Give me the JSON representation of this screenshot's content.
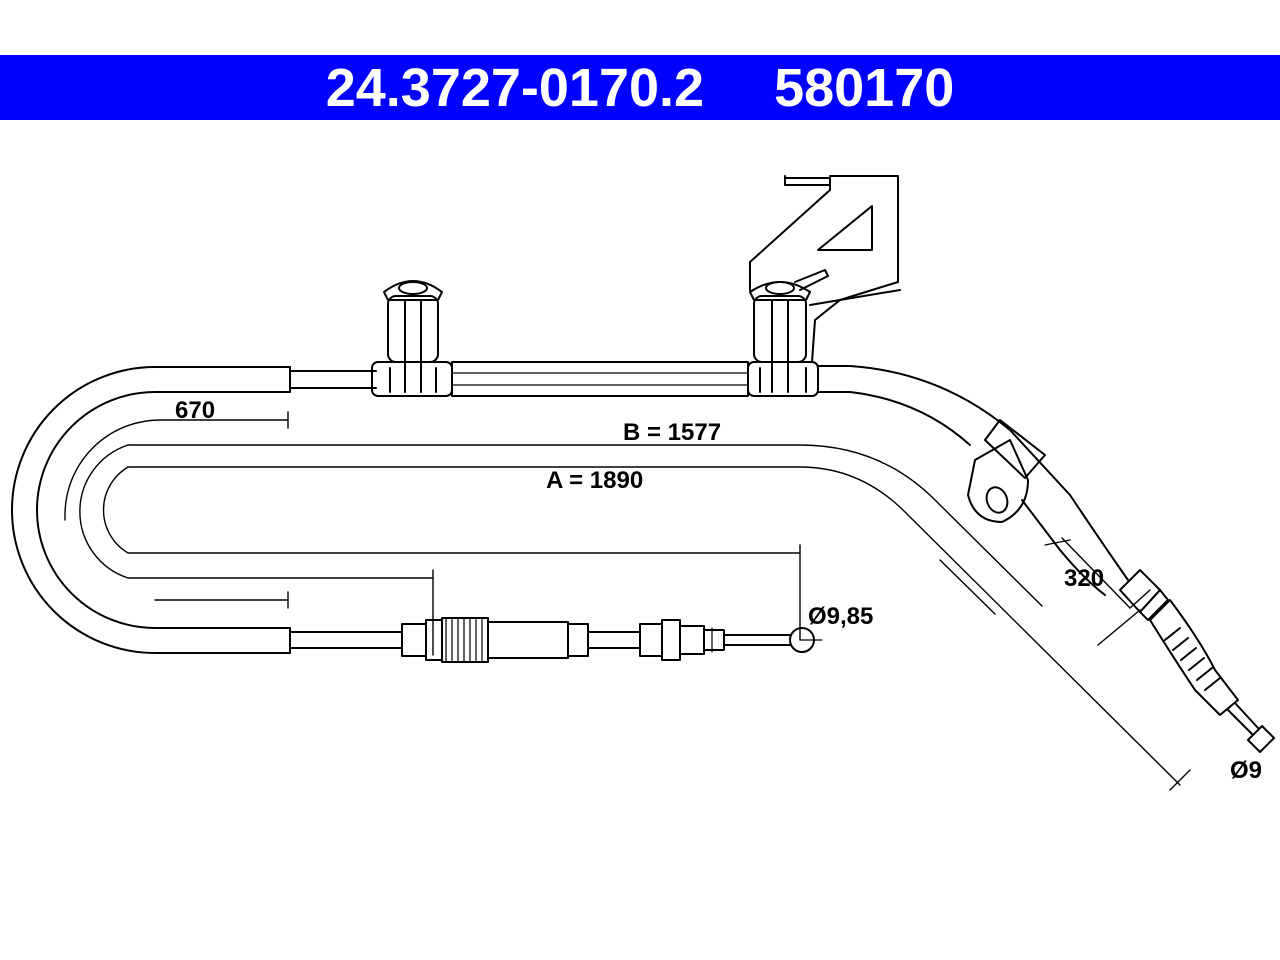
{
  "header": {
    "part_number": "24.3727-0170.2",
    "reference_number": "580170",
    "background_color": "#0000ff",
    "text_color": "#ffffff"
  },
  "dimensions": {
    "length_670": "670",
    "length_b": "B = 1577",
    "length_a": "A = 1890",
    "length_320": "320",
    "diameter_ball": "Ø9,85",
    "diameter_end": "Ø9"
  }
}
